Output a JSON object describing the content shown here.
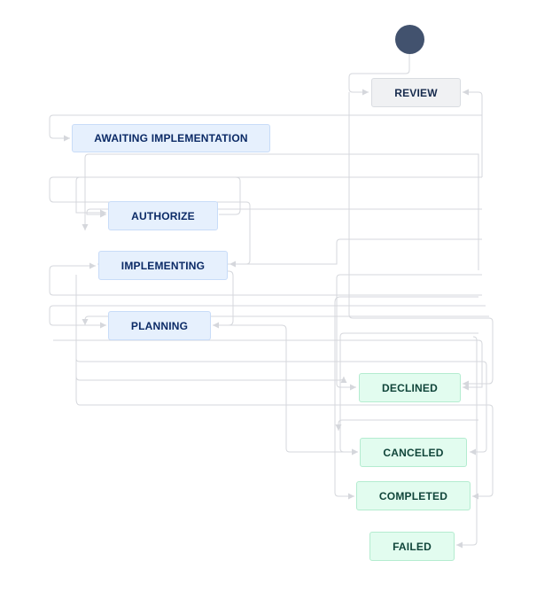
{
  "diagram": {
    "start_node": "start",
    "statuses": [
      {
        "id": "review",
        "label": "REVIEW",
        "category": "todo"
      },
      {
        "id": "awaiting",
        "label": "AWAITING IMPLEMENTATION",
        "category": "progress"
      },
      {
        "id": "authorize",
        "label": "AUTHORIZE",
        "category": "progress"
      },
      {
        "id": "implementing",
        "label": "IMPLEMENTING",
        "category": "progress"
      },
      {
        "id": "planning",
        "label": "PLANNING",
        "category": "progress"
      },
      {
        "id": "declined",
        "label": "DECLINED",
        "category": "done"
      },
      {
        "id": "canceled",
        "label": "CANCELED",
        "category": "done"
      },
      {
        "id": "completed",
        "label": "COMPLETED",
        "category": "done"
      },
      {
        "id": "failed",
        "label": "FAILED",
        "category": "done"
      }
    ],
    "colors": {
      "start": "#42526e",
      "connector": "#d5d7dc",
      "todo_fill": "#f0f1f3",
      "progress_fill": "#e6f0fd",
      "done_fill": "#e2fcef"
    }
  }
}
